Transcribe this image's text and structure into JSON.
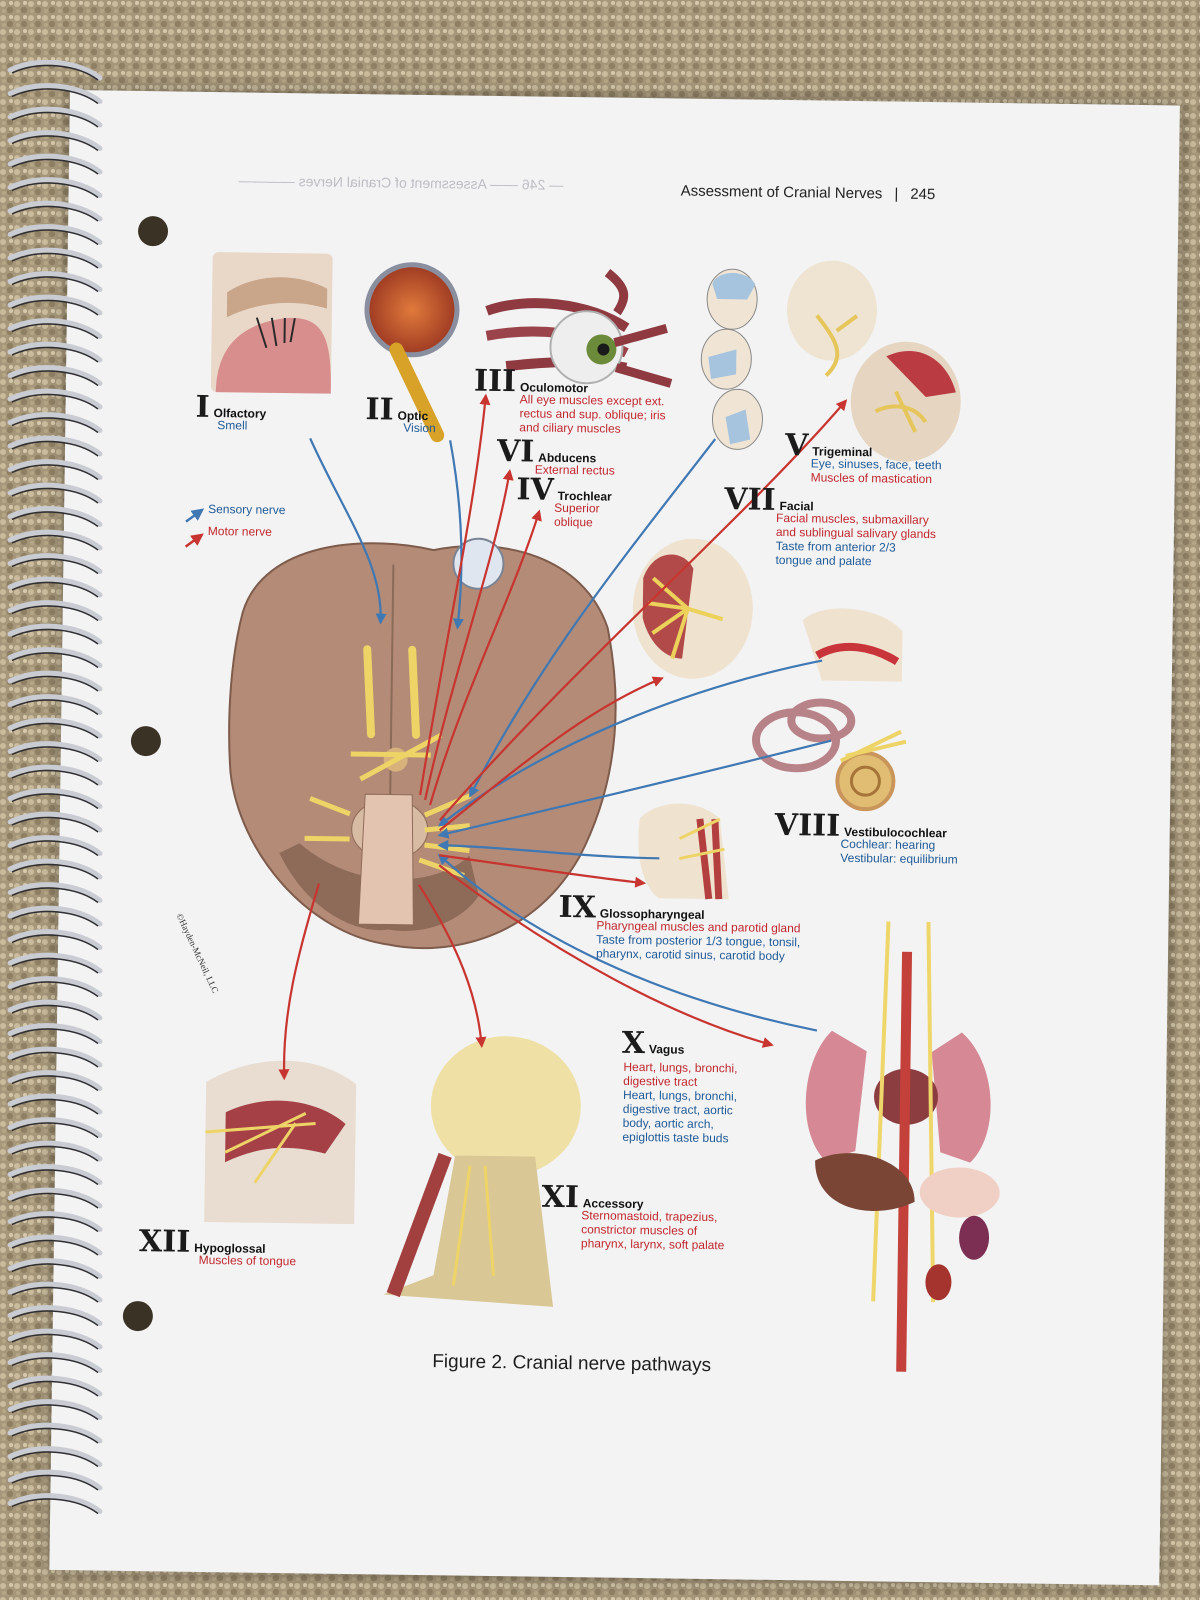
{
  "header": {
    "title": "Assessment of Cranial Nerves",
    "page_number": "245"
  },
  "legend": {
    "sensory": "Sensory nerve",
    "motor": "Motor nerve"
  },
  "nerves": {
    "n1": {
      "numeral": "I",
      "name": "Olfactory",
      "blue_text": "Smell"
    },
    "n2": {
      "numeral": "II",
      "name": "Optic",
      "blue_text": "Vision"
    },
    "n3": {
      "numeral": "III",
      "name": "Oculomotor",
      "red_text": [
        "All eye muscles except ext.",
        "rectus and sup. oblique; iris",
        "and ciliary muscles"
      ]
    },
    "n4": {
      "numeral": "IV",
      "name": "Trochlear",
      "red_text": [
        "Superior",
        "oblique"
      ]
    },
    "n5": {
      "numeral": "V",
      "name": "Trigeminal",
      "blue_text": "Eye, sinuses, face, teeth",
      "red_text": "Muscles of mastication"
    },
    "n6": {
      "numeral": "VI",
      "name": "Abducens",
      "red_text": "External rectus"
    },
    "n7": {
      "numeral": "VII",
      "name": "Facial",
      "red_text": [
        "Facial muscles, submaxillary",
        "and sublingual salivary glands"
      ],
      "blue_text": [
        "Taste from anterior 2/3",
        "tongue and palate"
      ]
    },
    "n8": {
      "numeral": "VIII",
      "name": "Vestibulocochlear",
      "blue_text": [
        "Cochlear: hearing",
        "Vestibular: equilibrium"
      ]
    },
    "n9": {
      "numeral": "IX",
      "name": "Glossopharyngeal",
      "red_text": "Pharyngeal muscles and parotid gland",
      "blue_text": [
        "Taste from posterior 1/3 tongue, tonsil,",
        "pharynx, carotid sinus, carotid body"
      ]
    },
    "n10": {
      "numeral": "X",
      "name": "Vagus",
      "red_text": [
        "Heart, lungs, bronchi,",
        "digestive tract"
      ],
      "blue_text": [
        "Heart, lungs, bronchi,",
        "digestive tract, aortic",
        "body, aortic arch,",
        "epiglottis taste buds"
      ]
    },
    "n11": {
      "numeral": "XI",
      "name": "Accessory",
      "red_text": [
        "Sternomastoid, trapezius,",
        "constrictor muscles of",
        "pharynx, larynx, soft palate"
      ]
    },
    "n12": {
      "numeral": "XII",
      "name": "Hypoglossal",
      "red_text": "Muscles of tongue"
    }
  },
  "credit": "©Hayden-McNeil, LLC",
  "caption": "Figure 2.  Cranial nerve pathways",
  "colors": {
    "sensory": "#3f78b3",
    "motor": "#c8342f",
    "nerve_yellow": "#f1e08a",
    "brain": "#b08c78",
    "muscle": "#a8403f"
  }
}
